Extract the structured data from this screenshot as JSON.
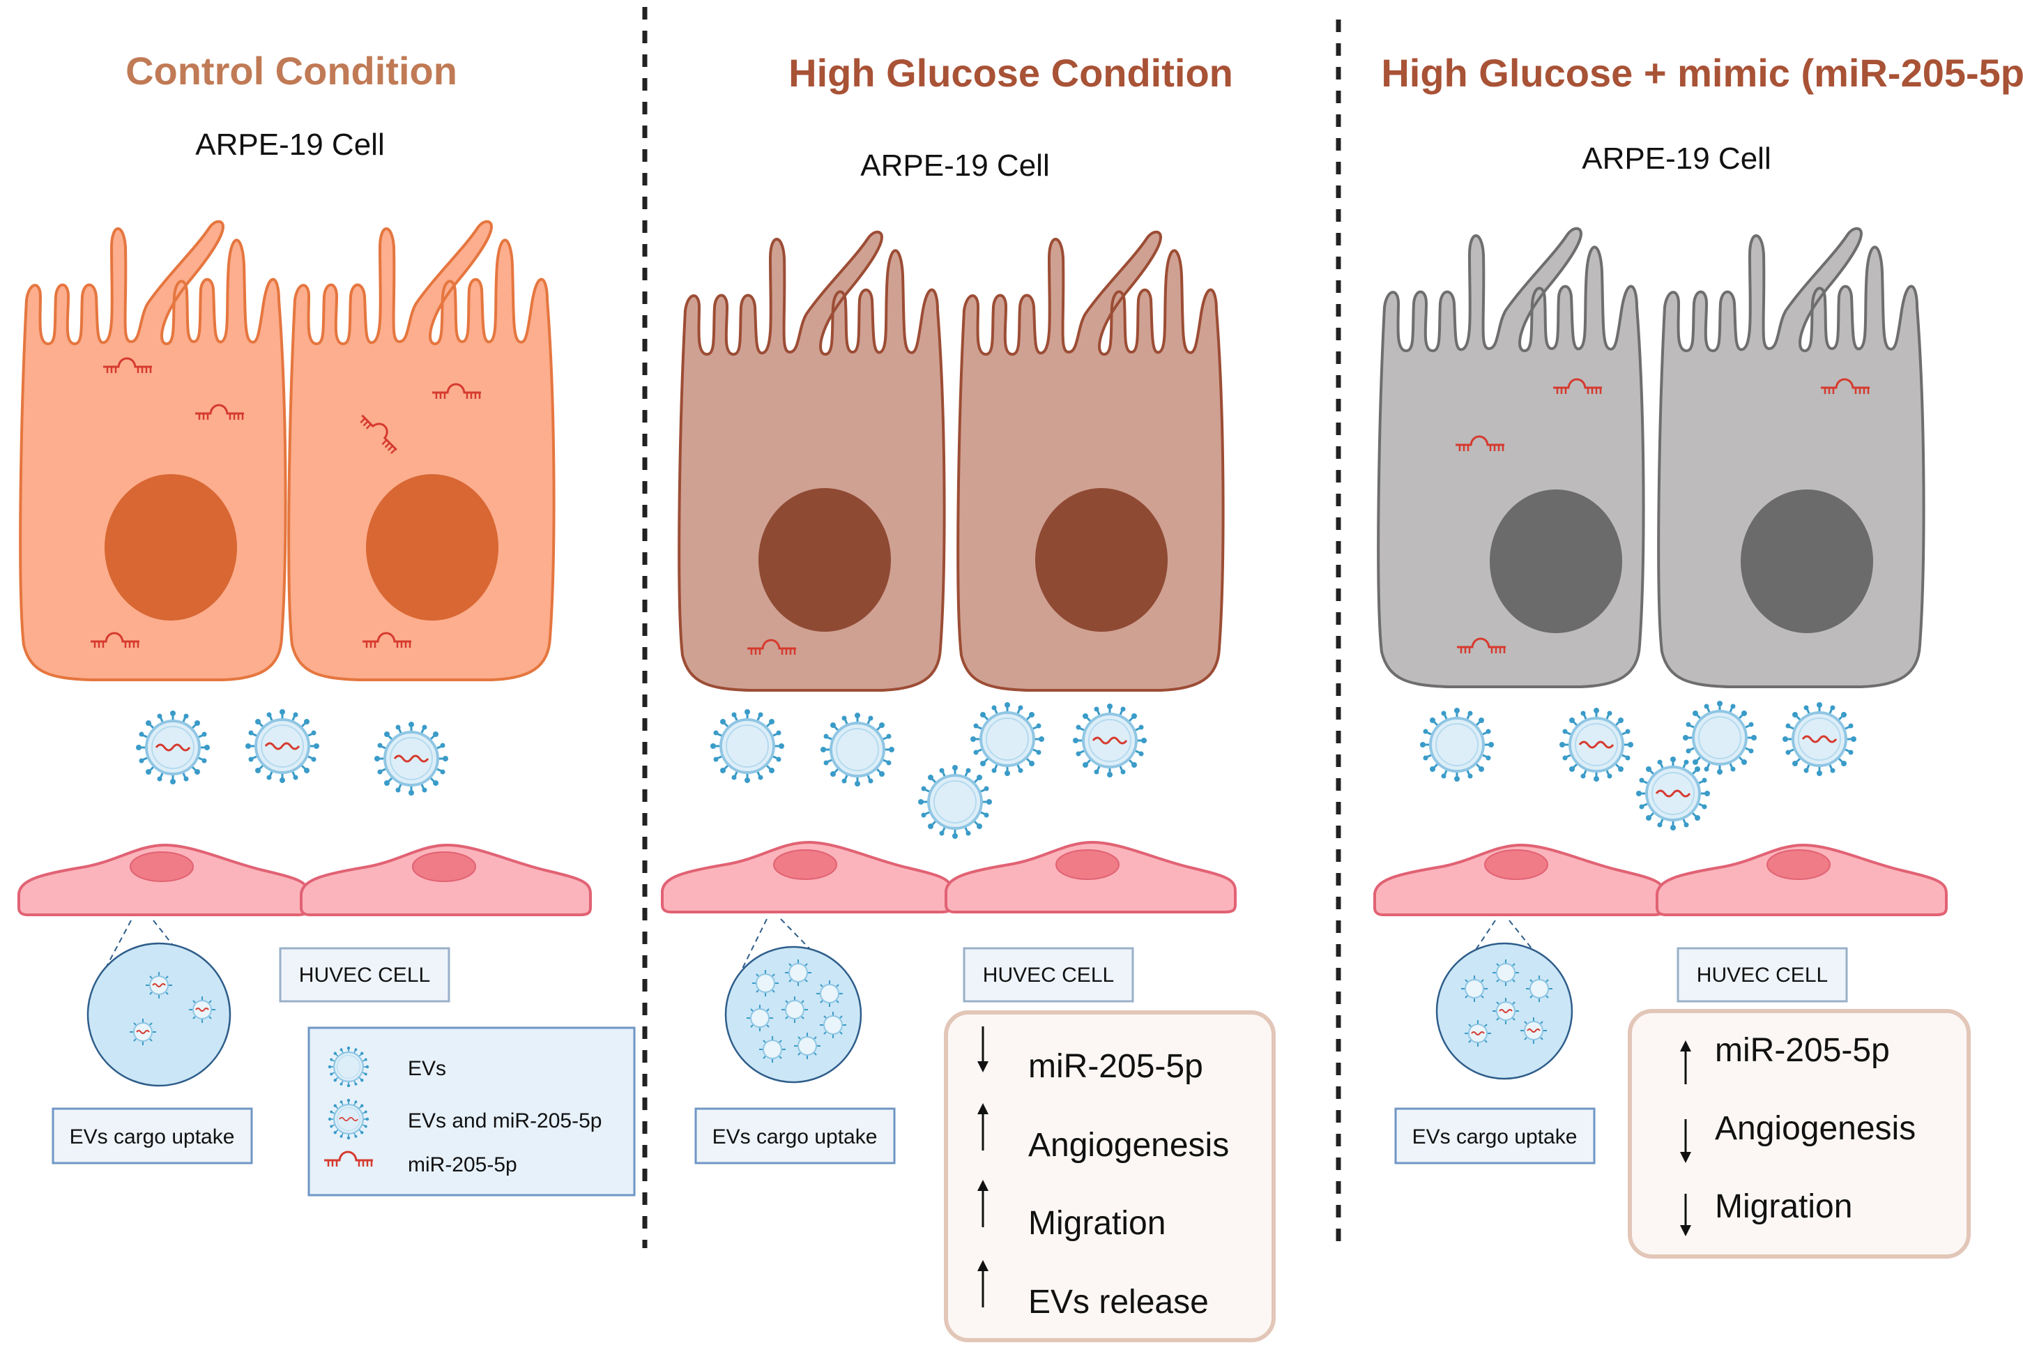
{
  "panels": [
    {
      "title": "Control Condition",
      "cell_label": "ARPE-19 Cell",
      "huvec_label": "HUVEC CELL",
      "uptake_label": "EVs cargo uptake"
    },
    {
      "title": "High Glucose Condition",
      "cell_label": "ARPE-19 Cell",
      "huvec_label": "HUVEC CELL",
      "uptake_label": "EVs cargo uptake",
      "effects": [
        {
          "arrow": "down",
          "label": "miR-205-5p"
        },
        {
          "arrow": "up",
          "label": "Angiogenesis"
        },
        {
          "arrow": "up",
          "label": "Migration"
        },
        {
          "arrow": "up",
          "label": "EVs release"
        }
      ]
    },
    {
      "title": "High Glucose + mimic (miR-205-5p)",
      "cell_label": "ARPE-19 Cell",
      "huvec_label": "HUVEC CELL",
      "uptake_label": "EVs cargo uptake",
      "effects": [
        {
          "arrow": "up",
          "label": "miR-205-5p"
        },
        {
          "arrow": "down",
          "label": "Angiogenesis"
        },
        {
          "arrow": "down",
          "label": "Migration"
        }
      ]
    }
  ],
  "legend": {
    "evs": "EVs",
    "evs_mir": "EVs and miR-205-5p",
    "mir": "miR-205-5p"
  },
  "colors": {
    "title_control": "#C07A55",
    "title_hg": "#A85236",
    "control_cell": "#FCAE8E",
    "control_stroke": "#E5763F",
    "control_nucleus": "#D86733",
    "hg_cell": "#CFA193",
    "hg_stroke": "#9C4D35",
    "hg_nucleus": "#8F4A34",
    "mimic_cell": "#BDBBBB",
    "mimic_stroke": "#6E6E6E",
    "mimic_nucleus": "#6B6B6B",
    "huvec": "#FBB4BB",
    "huvec_stroke": "#E16274",
    "ev_fill": "#DDEEF8",
    "ev_spike": "#3A9BC8",
    "mir": "#D63A2F"
  }
}
